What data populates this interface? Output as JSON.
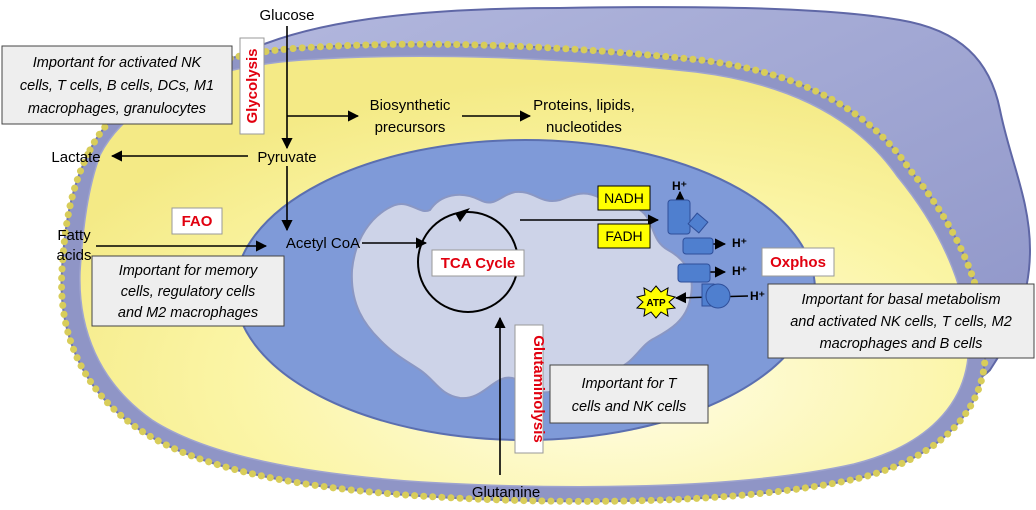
{
  "labels": {
    "glucose": "Glucose",
    "pyruvate": "Pyruvate",
    "lactate": "Lactate",
    "biosynthetic_1": "Biosynthetic",
    "biosynthetic_2": "precursors",
    "proteins_1": "Proteins, lipids,",
    "proteins_2": "nucleotides",
    "acetyl_coa": "Acetyl CoA",
    "fatty_1": "Fatty",
    "fatty_2": "acids",
    "glutamine": "Glutamine",
    "nadh": "NADH",
    "fadh": "FADH",
    "h_plus": "H⁺",
    "atp": "ATP"
  },
  "pathways": {
    "glycolysis": "Glycolysis",
    "fao": "FAO",
    "tca": "TCA Cycle",
    "oxphos": "Oxphos",
    "glutaminolysis": "Glutaminolysis"
  },
  "notes": {
    "glycolysis": [
      "Important for activated NK",
      "cells, T cells, B cells, DCs, M1",
      "macrophages, granulocytes"
    ],
    "fao": [
      "Important for memory",
      "cells, regulatory cells",
      "and M2 macrophages"
    ],
    "oxphos": [
      "Important for basal metabolism",
      "and activated NK cells, T cells, M2",
      "macrophages and B cells"
    ],
    "glutaminolysis": [
      "Important for T",
      "cells and NK cells"
    ]
  },
  "colors": {
    "cytoplasm": "#fbf5a6",
    "membrane": "#8f95c6",
    "back_sheet": "#a9aed6",
    "nucleus": "#7f9ad8",
    "mitochondrion": "#cdd3e8",
    "pathway_red": "#e1000f",
    "cofactor_yellow": "#ffff00",
    "complex_blue": "#4f7fcf",
    "note_gray": "#eeeeee"
  }
}
